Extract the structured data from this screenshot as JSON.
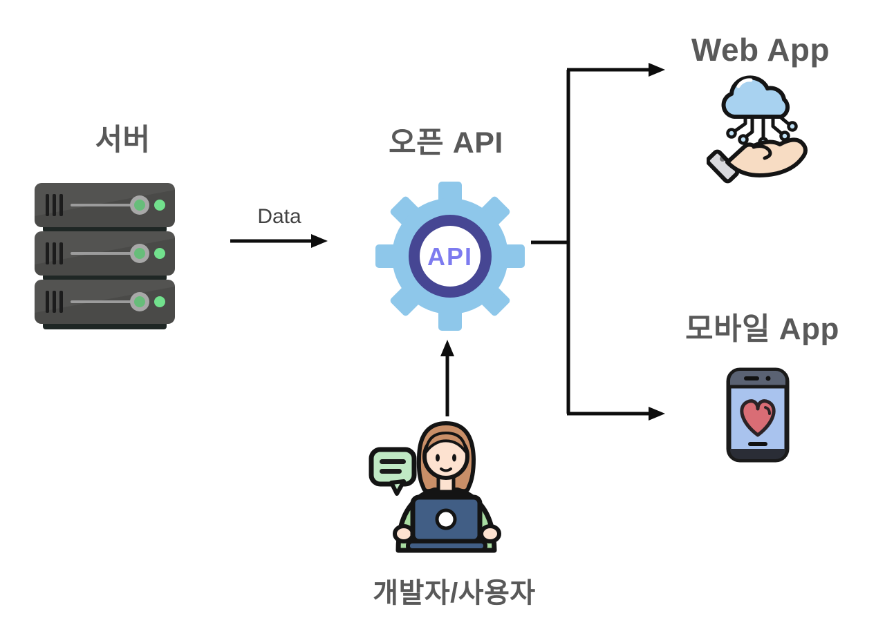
{
  "diagram": {
    "nodes": {
      "server": {
        "label": "서버",
        "icon": "server-stack-icon"
      },
      "open_api": {
        "label": "오픈 API",
        "icon": "api-gear-icon",
        "icon_text": "API"
      },
      "web_app": {
        "label": "Web App",
        "icon": "cloud-network-hand-icon"
      },
      "mobile_app": {
        "label": "모바일 App",
        "icon": "smartphone-heart-icon"
      },
      "developer": {
        "label": "개발자/사용자",
        "icon": "person-laptop-icon"
      }
    },
    "edges": {
      "server_to_api": {
        "from": "server",
        "to": "open_api",
        "label": "Data"
      },
      "api_to_web_app": {
        "from": "open_api",
        "to": "web_app"
      },
      "api_to_mobile_app": {
        "from": "open_api",
        "to": "mobile_app"
      },
      "developer_to_api": {
        "from": "developer",
        "to": "open_api"
      }
    },
    "colors": {
      "label_gray": "#595959",
      "arrow_black": "#0d0d0d",
      "gear_blue": "#8ec7ea",
      "gear_ring": "#464693",
      "api_text_violet": "#7d7bef",
      "cloud_blue": "#a8d2f0",
      "phone_screen_blue": "#a9c3ee",
      "phone_frame_slate": "#5a6273",
      "heart_red": "#d96d75",
      "server_body_gray": "#4a4a48",
      "indicator_green": "#72e18d",
      "knob_green": "#67bd7a",
      "shirt_green": "#a9dda2",
      "laptop_navy": "#415e85",
      "bubble_green": "#c0e9c4",
      "skin": "#fde2d0",
      "hair_brown": "#c98f68"
    }
  }
}
